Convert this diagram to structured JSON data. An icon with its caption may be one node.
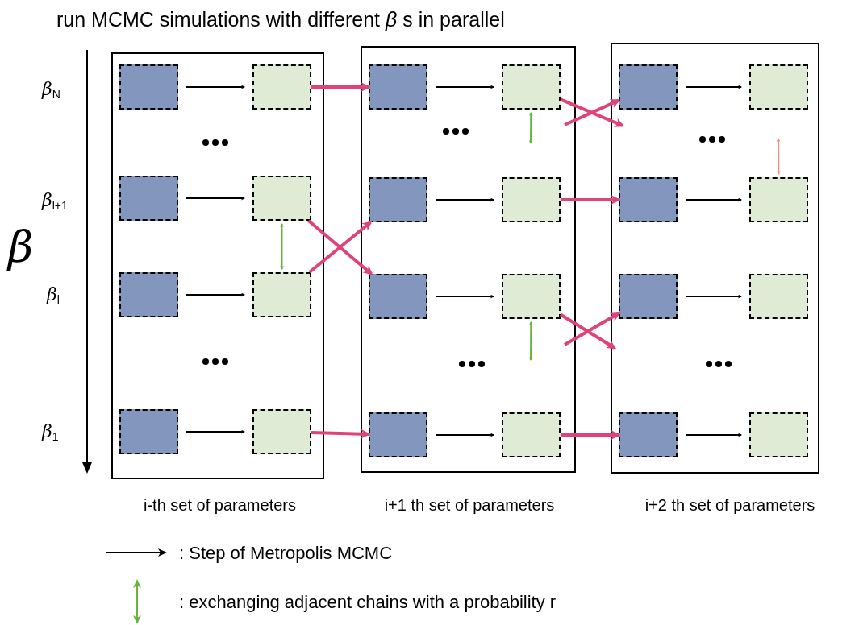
{
  "diagram": {
    "title": "run MCMC simulations with different *β* s in parallel",
    "nodes": [
      {
        "text": [],
        "shape": "box",
        "beside": [
          "i-th set of parameters"
        ]
      },
      {
        "text": [],
        "shape": "box",
        "in": 0
      },
      {
        "text": [],
        "shape": "box",
        "in": 0
      },
      {
        "text": [],
        "shape": "box",
        "in": 0
      },
      {
        "text": [],
        "shape": "box",
        "in": 0
      },
      {
        "text": [],
        "shape": "box",
        "in": 0
      },
      {
        "text": [],
        "shape": "box",
        "in": 0
      },
      {
        "text": [],
        "shape": "box",
        "in": 0
      },
      {
        "text": [],
        "shape": "box",
        "in": 0
      },
      {
        "text": [],
        "shape": "box",
        "beside": [
          "i+1 th set of parameters"
        ]
      },
      {
        "text": [],
        "shape": "box",
        "in": 9
      },
      {
        "text": [],
        "shape": "box",
        "in": 9
      },
      {
        "text": [],
        "shape": "box",
        "in": 9
      },
      {
        "text": [],
        "shape": "box",
        "in": 9
      },
      {
        "text": [],
        "shape": "box",
        "in": 9
      },
      {
        "text": [],
        "shape": "box",
        "in": 9
      },
      {
        "text": [],
        "shape": "box",
        "in": 9
      },
      {
        "text": [],
        "shape": "box",
        "in": 9
      },
      {
        "text": [],
        "shape": "box",
        "beside": [
          "i+2 th set of parameters"
        ]
      },
      {
        "text": [],
        "shape": "box",
        "in": 18
      },
      {
        "text": [],
        "shape": "box",
        "in": 18
      },
      {
        "text": [],
        "shape": "box",
        "in": 18
      },
      {
        "text": [],
        "shape": "box",
        "in": 18
      },
      {
        "text": [],
        "shape": "box",
        "in": 18
      },
      {
        "text": [],
        "shape": "box",
        "in": 18
      },
      {
        "text": [],
        "shape": "box",
        "in": 18
      },
      {
        "text": [],
        "shape": "box",
        "in": 18
      }
    ],
    "edges": [
      {
        "from": 1,
        "to": 2,
        "arrow": "to"
      },
      {
        "from": 3,
        "to": 4,
        "arrow": "to"
      },
      {
        "from": 5,
        "to": 6,
        "arrow": "to"
      },
      {
        "from": 7,
        "to": 8,
        "arrow": "to"
      },
      {
        "from": 10,
        "to": 11,
        "arrow": "to"
      },
      {
        "from": 12,
        "to": 13,
        "arrow": "to"
      },
      {
        "from": 14,
        "to": 15,
        "arrow": "to"
      },
      {
        "from": 16,
        "to": 17,
        "arrow": "to"
      },
      {
        "from": 19,
        "to": 20,
        "arrow": "to"
      },
      {
        "from": 21,
        "to": 22,
        "arrow": "to"
      },
      {
        "from": 23,
        "to": 24,
        "arrow": "to"
      },
      {
        "from": 25,
        "to": 26,
        "arrow": "to"
      },
      {
        "from": 2,
        "to": 10,
        "arrow": "to",
        "style": "thick",
        "color": "#e0427a"
      },
      {
        "from": 4,
        "to": 14,
        "arrow": "to",
        "style": "thick",
        "color": "#e0427a"
      },
      {
        "from": 6,
        "to": 12,
        "arrow": "to",
        "style": "thick",
        "color": "#e0427a"
      },
      {
        "from": 8,
        "to": 16,
        "arrow": "to",
        "style": "thick",
        "color": "#e0427a"
      },
      {
        "from": 11,
        "to": 18,
        "arrow": "to",
        "style": "thick",
        "color": "#e0427a"
      },
      {
        "from": null,
        "to": 19,
        "arrow": "to",
        "style": "thick",
        "color": "#e0427a"
      },
      {
        "from": 13,
        "to": 21,
        "arrow": "to",
        "style": "thick",
        "color": "#e0427a"
      },
      {
        "from": 15,
        "to": 18,
        "arrow": "to",
        "style": "thick",
        "color": "#e0427a"
      },
      {
        "from": null,
        "to": 23,
        "arrow": "to",
        "style": "thick",
        "color": "#e0427a"
      },
      {
        "from": 17,
        "to": 25,
        "arrow": "to",
        "style": "thick",
        "color": "#e0427a"
      },
      {
        "from": 4,
        "to": 6,
        "arrow": "both",
        "color": "#6ab43e"
      },
      {
        "from": 11,
        "to": null,
        "arrow": "both",
        "color": "#6ab43e"
      },
      {
        "from": 15,
        "to": null,
        "arrow": "both",
        "color": "#6ab43e"
      },
      {
        "from": null,
        "to": 22,
        "arrow": "both",
        "color": "#f48a78"
      }
    ],
    "labels": [
      "β$_{N}$",
      "β",
      "β$_{l+1}$",
      "β$_{l}$",
      "β$_{1}$"
    ],
    "legend": [
      {
        "text": ": Step of Metropolis MCMC"
      },
      {
        "text": ": exchanging adjacent chains with a probability r"
      }
    ]
  }
}
